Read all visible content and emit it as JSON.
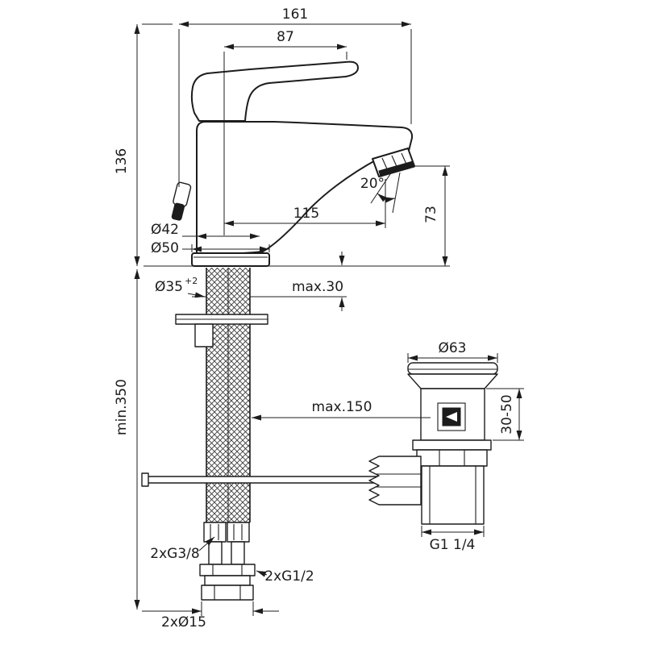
{
  "drawing": {
    "ink_color": "#1c1c1c",
    "background": "#ffffff"
  },
  "labels": {
    "overall_depth": "161",
    "handle_depth": "87",
    "body_height": "136",
    "spray_angle": "20°",
    "spout_reach": "115",
    "spout_height": "73",
    "body_diameter": "Ø42",
    "base_diameter": "Ø50",
    "hole_diameter": "Ø35",
    "hole_tolerance": "+2",
    "max_deck_thickness": "max.30",
    "min_clearance": "min.350",
    "max_hose_reach": "max.150",
    "waste_flange_diameter": "Ø63",
    "waste_deck_range": "30-50",
    "waste_thread": "G1 1/4",
    "supply_hose_thread": "2xG3/8",
    "union_nut_thread": "2xG1/2",
    "copper_pipe_diameter": "2xØ15"
  }
}
